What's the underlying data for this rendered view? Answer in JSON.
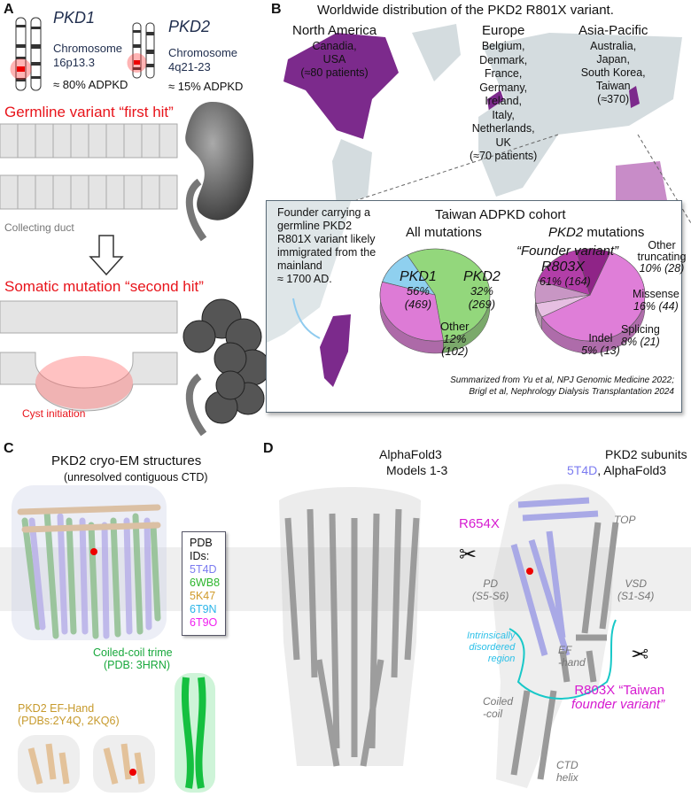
{
  "panelA": {
    "label": "A",
    "pkd1": {
      "gene": "PKD1",
      "chrom_line1": "Chromosome",
      "chrom_line2": "16p13.3",
      "share": "≈ 80% ADPKD"
    },
    "pkd2": {
      "gene": "PKD2",
      "chrom_line1": "Chromosome",
      "chrom_line2": "4q21-23",
      "share": "≈ 15% ADPKD"
    },
    "first_hit": "Germline variant “first hit”",
    "collecting_duct": "Collecting duct",
    "second_hit": "Somatic mutation “second hit”",
    "cyst_initiation": "Cyst initiation"
  },
  "panelB": {
    "label": "B",
    "title": "Worldwide distribution of the PKD2 R801X variant.",
    "regions": [
      {
        "name": "North America",
        "lines": [
          "Canadia,",
          "USA",
          "(≈80 patients)"
        ]
      },
      {
        "name": "Europe",
        "lines": [
          "Belgium,",
          "Denmark,",
          "France,",
          "Germany,",
          "Ireland,",
          "Italy,",
          "Netherlands,",
          "UK",
          "(≈70 patients)"
        ]
      },
      {
        "name": "Asia-Pacific",
        "lines": [
          "Australia,",
          "Japan,",
          "South Korea,",
          "Taiwan",
          "(≈370)"
        ]
      }
    ],
    "inset": {
      "founder_text": [
        "Founder carrying a",
        "germline PKD2",
        "R801X variant likely",
        "immigrated from the",
        "mainland",
        "≈ 1700 AD."
      ],
      "cohort_title": "Taiwan ADPKD cohort",
      "pie1_title": "All mutations",
      "pie2_title_gene": "PKD2",
      "pie2_title_rest": " mutations",
      "founder_variant": "“Founder variant”",
      "citation_1": "Summarized from Yu et al, NPJ Genomic Medicine 2022;",
      "citation_2": "Brigl et al, Nephrology Dialysis Transplantation 2024"
    }
  },
  "chart_data": [
    {
      "type": "pie",
      "title": "All mutations",
      "slices": [
        {
          "label": "PKD1",
          "percent": "56%",
          "count": "(469)",
          "value": 56,
          "color": "#93d77c"
        },
        {
          "label": "PKD2",
          "percent": "32%",
          "count": "(269)",
          "value": 32,
          "color": "#dd7bd6"
        },
        {
          "label": "Other",
          "percent": "12%",
          "count": "(102)",
          "value": 12,
          "color": "#8fd0ef"
        }
      ]
    },
    {
      "type": "pie",
      "title": "PKD2 mutations",
      "slices": [
        {
          "label": "R803X",
          "percent": "61% (164)",
          "value": 61,
          "color": "#df7ed8"
        },
        {
          "label": "Indel",
          "percent": "5% (13)",
          "value": 5,
          "color": "#e6bfe2"
        },
        {
          "label": "Splicing",
          "percent": "8% (21)",
          "value": 8,
          "color": "#c896c4"
        },
        {
          "label": "Missense",
          "percent": "16% (44)",
          "value": 16,
          "color": "#b23ea8"
        },
        {
          "label": "Other truncating",
          "percent": "10% (28)",
          "value": 10,
          "color": "#8f2487"
        }
      ]
    }
  ],
  "panelC": {
    "label": "C",
    "title": "PKD2 cryo-EM structures",
    "subtitle": "(unresolved contiguous CTD)",
    "pdb_title_1": "PDB",
    "pdb_title_2": "IDs:",
    "pdb_ids": [
      {
        "id": "5T4D",
        "color": "#7b7bf0"
      },
      {
        "id": "6WB8",
        "color": "#2cb52c"
      },
      {
        "id": "5K47",
        "color": "#d09a2a"
      },
      {
        "id": "6T9N",
        "color": "#2ab4e8"
      },
      {
        "id": "6T9O",
        "color": "#f01ef0"
      }
    ],
    "coiled_coil": "Coiled-coil trime",
    "coiled_coil_pdb": "(PDB: 3HRN)",
    "ef_hand": "PKD2 EF-Hand",
    "ef_hand_pdb": "(PDBs:2Y4Q, 2KQ6)"
  },
  "panelD": {
    "label": "D",
    "af_title": "AlphaFold3",
    "af_sub": "Models 1-3",
    "sub_title": "PKD2 subunits",
    "sub_5t4d": "5T4D",
    "sub_rest": ", AlphaFold3",
    "r654x": "R654X",
    "top": "TOP",
    "pd_1": "PD",
    "pd_2": "(S5-S6)",
    "vsd_1": "VSD",
    "vsd_2": "(S1-S4)",
    "idr": [
      "Intrinsically",
      "disordered",
      "region"
    ],
    "ef_1": "EF",
    "ef_2": "-hand",
    "r803x_1": "R803X “Taiwan",
    "r803x_2": "founder variant”",
    "coil_1": "Coiled",
    "coil_2": "-coil",
    "ctd_1": "CTD",
    "ctd_2": "helix"
  }
}
